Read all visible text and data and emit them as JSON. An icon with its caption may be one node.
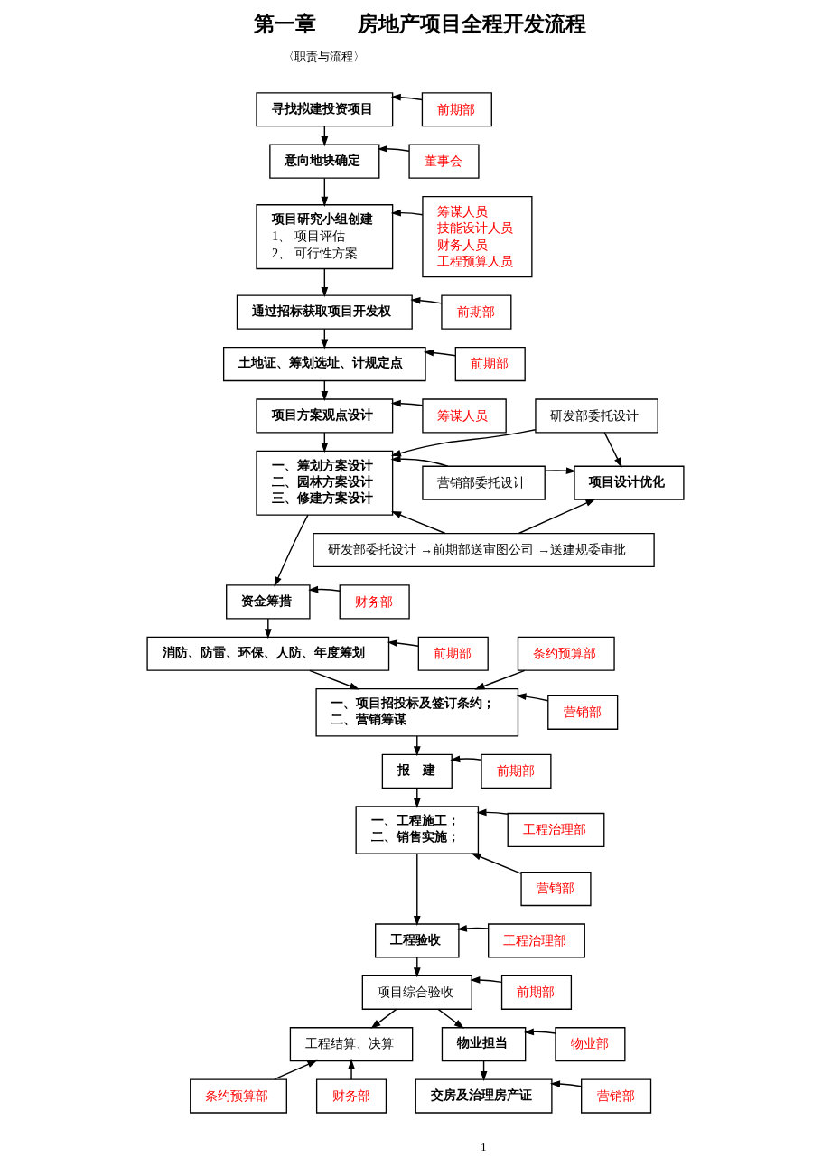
{
  "diagram": {
    "title": "第一章　　房地产项目全程开发流程",
    "nodes": [
      {
        "text": [
          "寻找拟建投资项目"
        ]
      },
      {
        "text": [
          "前期部"
        ]
      },
      {
        "text": [
          "意向地块确定"
        ]
      },
      {
        "text": [
          "董事会"
        ]
      },
      {
        "text": [
          "项目研究小组创建",
          "1、 项目评估",
          "2、 可行性方案"
        ]
      },
      {
        "text": [
          "筹谋人员",
          "技能设计人员",
          "财务人员",
          "工程预算人员"
        ]
      },
      {
        "text": [
          "通过招标获取项目开发权"
        ]
      },
      {
        "text": [
          "前期部"
        ]
      },
      {
        "text": [
          "土地证、筹划选址、计规定点"
        ]
      },
      {
        "text": [
          "前期部"
        ]
      },
      {
        "text": [
          "项目方案观点设计"
        ]
      },
      {
        "text": [
          "筹谋人员"
        ]
      },
      {
        "text": [
          "一、筹划方案设计",
          "二、园林方案设计",
          "三、修建方案设计"
        ]
      },
      {
        "text": [
          "研发部委托设计"
        ]
      },
      {
        "text": [
          "项目设计优化"
        ]
      },
      {
        "text": [
          "营销部委托设计"
        ]
      },
      {
        "text": [
          "研发部委托设计 →前期部送审图公司 →送建规委审批"
        ]
      },
      {
        "text": [
          "资金筹措"
        ]
      },
      {
        "text": [
          "财务部"
        ]
      },
      {
        "text": [
          "消防、防雷、环保、人防、年度筹划"
        ]
      },
      {
        "text": [
          "前期部"
        ]
      },
      {
        "text": [
          "一、项目招投标及签订条约；",
          "二、营销筹谋"
        ]
      },
      {
        "text": [
          "条约预算部"
        ]
      },
      {
        "text": [
          "营销部"
        ]
      },
      {
        "text": [
          "报　建"
        ]
      },
      {
        "text": [
          "前期部"
        ]
      },
      {
        "text": [
          "一、工程施工；",
          "二、销售实施；"
        ]
      },
      {
        "text": [
          "工程治理部"
        ]
      },
      {
        "text": [
          "营销部"
        ]
      },
      {
        "text": [
          "工程验收"
        ]
      },
      {
        "text": [
          "工程治理部"
        ]
      },
      {
        "text": [
          "项目综合验收"
        ]
      },
      {
        "text": [
          "前期部"
        ]
      },
      {
        "text": [
          "工程结算、决算"
        ]
      },
      {
        "text": [
          "物业担当"
        ]
      },
      {
        "text": [
          "物业部"
        ]
      },
      {
        "text": [
          "条约预算部"
        ]
      },
      {
        "text": [
          "财务部"
        ]
      },
      {
        "text": [
          "交房及治理房产证"
        ]
      },
      {
        "text": [
          "营销部"
        ]
      }
    ],
    "edges": [
      {
        "from": 0,
        "to": 2,
        "arrow": "to"
      },
      {
        "from": 1,
        "to": 0,
        "arrow": "to"
      },
      {
        "from": 2,
        "to": 4,
        "arrow": "to"
      },
      {
        "from": 3,
        "to": 2,
        "arrow": "to"
      },
      {
        "from": 4,
        "to": 6,
        "arrow": "to"
      },
      {
        "from": 5,
        "to": 4,
        "arrow": "to"
      },
      {
        "from": 6,
        "to": 8,
        "arrow": "to"
      },
      {
        "from": 7,
        "to": 6,
        "arrow": "to"
      },
      {
        "from": 8,
        "to": 10,
        "arrow": "to"
      },
      {
        "from": 9,
        "to": 8,
        "arrow": "to"
      },
      {
        "from": 10,
        "to": 12,
        "arrow": "to"
      },
      {
        "from": 11,
        "to": 10,
        "arrow": "to"
      },
      {
        "from": 12,
        "to": 17,
        "arrow": "to"
      },
      {
        "from": 13,
        "to": 12,
        "arrow": "to"
      },
      {
        "from": 13,
        "to": 14,
        "arrow": "to"
      },
      {
        "from": 15,
        "to": 12,
        "arrow": "to"
      },
      {
        "from": 15,
        "to": 14,
        "arrow": "to"
      },
      {
        "from": 16,
        "to": 12,
        "arrow": "to"
      },
      {
        "from": 16,
        "to": 14,
        "arrow": "to"
      },
      {
        "from": 17,
        "to": 19,
        "arrow": "to"
      },
      {
        "from": 18,
        "to": 17,
        "arrow": "to"
      },
      {
        "from": 19,
        "to": 21,
        "arrow": "to"
      },
      {
        "from": 20,
        "to": 19,
        "arrow": "to"
      },
      {
        "from": 21,
        "to": 24,
        "arrow": "to"
      },
      {
        "from": 22,
        "to": 21,
        "arrow": "to"
      },
      {
        "from": 23,
        "to": 21,
        "arrow": "to"
      },
      {
        "from": 24,
        "to": 26,
        "arrow": "to"
      },
      {
        "from": 25,
        "to": 24,
        "arrow": "to"
      },
      {
        "from": 26,
        "to": 29,
        "arrow": "to"
      },
      {
        "from": 27,
        "to": 26,
        "arrow": "to"
      },
      {
        "from": 28,
        "to": 26,
        "arrow": "to"
      },
      {
        "from": 29,
        "to": 31,
        "arrow": "to"
      },
      {
        "from": 30,
        "to": 29,
        "arrow": "to"
      },
      {
        "from": 31,
        "to": 33,
        "arrow": "to"
      },
      {
        "from": 31,
        "to": 34,
        "arrow": "to"
      },
      {
        "from": 32,
        "to": 31,
        "arrow": "to"
      },
      {
        "from": 34,
        "to": 38,
        "arrow": "to"
      },
      {
        "from": 35,
        "to": 34,
        "arrow": "to"
      },
      {
        "from": 36,
        "to": 33,
        "arrow": "to"
      },
      {
        "from": 37,
        "to": 33,
        "arrow": "to"
      },
      {
        "from": 39,
        "to": 38,
        "arrow": "to"
      }
    ],
    "labels": [
      "〈职责与流程〉",
      "1"
    ]
  }
}
